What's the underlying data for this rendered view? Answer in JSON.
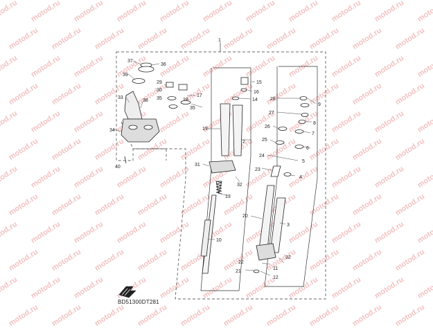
{
  "watermark": {
    "text": "motod.ru",
    "color": "#f2c2c2"
  },
  "diagram_code": "BD51300DT281",
  "callouts": {
    "c1": "1",
    "c2": "2",
    "c3": "3",
    "c4": "4",
    "c5": "5",
    "c6": "6",
    "c7": "7",
    "c8": "8",
    "c9": "9",
    "c10": "10",
    "c11": "11",
    "c12": "12",
    "c13": "13",
    "c14": "14",
    "c15": "15",
    "c16": "16",
    "c17": "17",
    "c18": "18",
    "c19": "19",
    "c20": "20",
    "c21": "21",
    "c22": "22",
    "c23": "23",
    "c24": "24",
    "c25": "25",
    "c26": "26",
    "c27": "27",
    "c28": "28",
    "c29": "29",
    "c30": "30",
    "c31": "31",
    "c32a": "32",
    "c32b": "32",
    "c33": "33",
    "c34": "34",
    "c35": "35",
    "c36": "36",
    "c37": "37",
    "c38": "38",
    "c39": "39",
    "c40": "40"
  }
}
